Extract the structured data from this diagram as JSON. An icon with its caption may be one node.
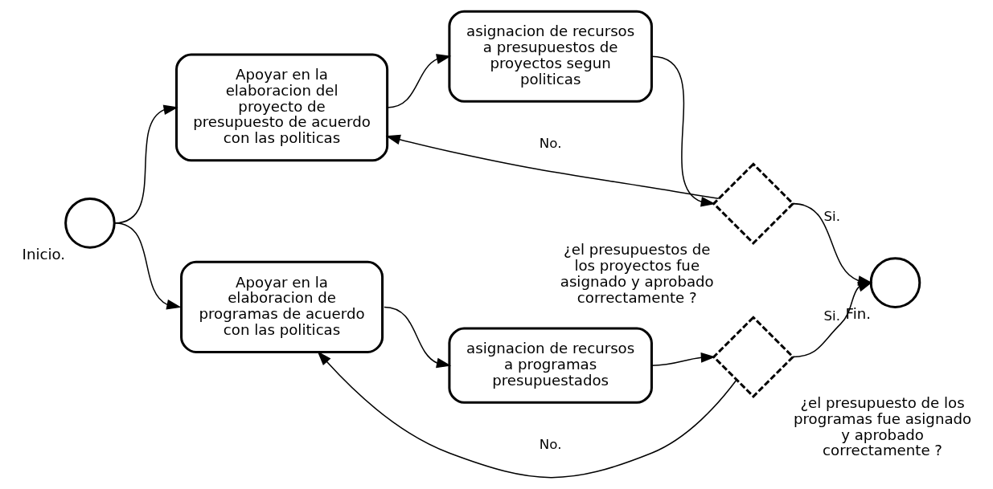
{
  "diagram": {
    "nodes": [
      {
        "text": [],
        "shape": "circle",
        "beside": [
          "Inicio."
        ]
      },
      {
        "text": [
          "Apoyar en la elaboracion del proyecto de presupuesto de acuerdo con las politicas"
        ]
      },
      {
        "text": [
          "asignacion de recursos a presupuestos de proyectos segun politicas"
        ]
      },
      {
        "text": [],
        "shape": "diamond",
        "beside": [
          "¿el presupuestos de los proyectos fue asignado y aprobado correctamente ?"
        ]
      },
      {
        "text": [
          "Apoyar en la elaboracion de programas de acuerdo con las politicas"
        ]
      },
      {
        "text": [
          "asignacion de recursos a programas presupuestados"
        ]
      },
      {
        "text": [],
        "shape": "diamond",
        "beside": [
          "¿el presupuesto de los programas fue asignado y aprobado correctamente ?"
        ]
      },
      {
        "text": [],
        "shape": "circle",
        "beside": [
          "Fin."
        ]
      }
    ],
    "edges": [
      {
        "from": 0,
        "to": 1,
        "arrow": "to"
      },
      {
        "from": 0,
        "to": 4,
        "arrow": "to"
      },
      {
        "from": 1,
        "to": 2,
        "arrow": "to"
      },
      {
        "from": 2,
        "to": 3,
        "arrow": "to"
      },
      {
        "from": 3,
        "to": 7,
        "arrow": "to",
        "label": "Si."
      },
      {
        "from": 3,
        "to": 1,
        "arrow": "to",
        "label": "No."
      },
      {
        "from": 4,
        "to": 5,
        "arrow": "to"
      },
      {
        "from": 5,
        "to": 6,
        "arrow": "to"
      },
      {
        "from": 6,
        "to": 7,
        "arrow": "to",
        "label": "Si."
      },
      {
        "from": 6,
        "to": 4,
        "arrow": "to",
        "label": "No."
      }
    ]
  }
}
